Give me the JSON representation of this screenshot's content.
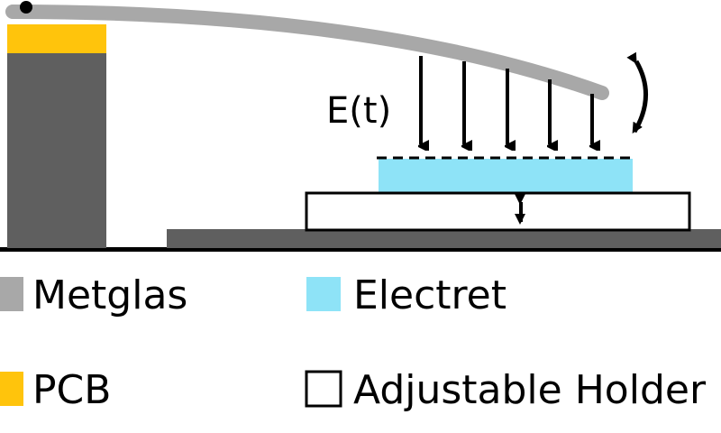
{
  "diagram": {
    "field_label": "E(t)",
    "colors": {
      "metglas": "#a8a8a8",
      "pcb": "#ffc40c",
      "electret": "#8ee3f7",
      "dark_gray": "#5f5f5f",
      "ground": "#000000",
      "holder_fill": "#ffffff",
      "stroke": "#000000"
    }
  },
  "legend": {
    "items": [
      {
        "label": "Metglas",
        "color": "#a8a8a8",
        "border": "none"
      },
      {
        "label": "Electret",
        "color": "#8ee3f7",
        "border": "none"
      },
      {
        "label": "PCB",
        "color": "#ffc40c",
        "border": "none"
      },
      {
        "label": "Adjustable Holder",
        "color": "#ffffff",
        "border": "#000000"
      }
    ]
  }
}
